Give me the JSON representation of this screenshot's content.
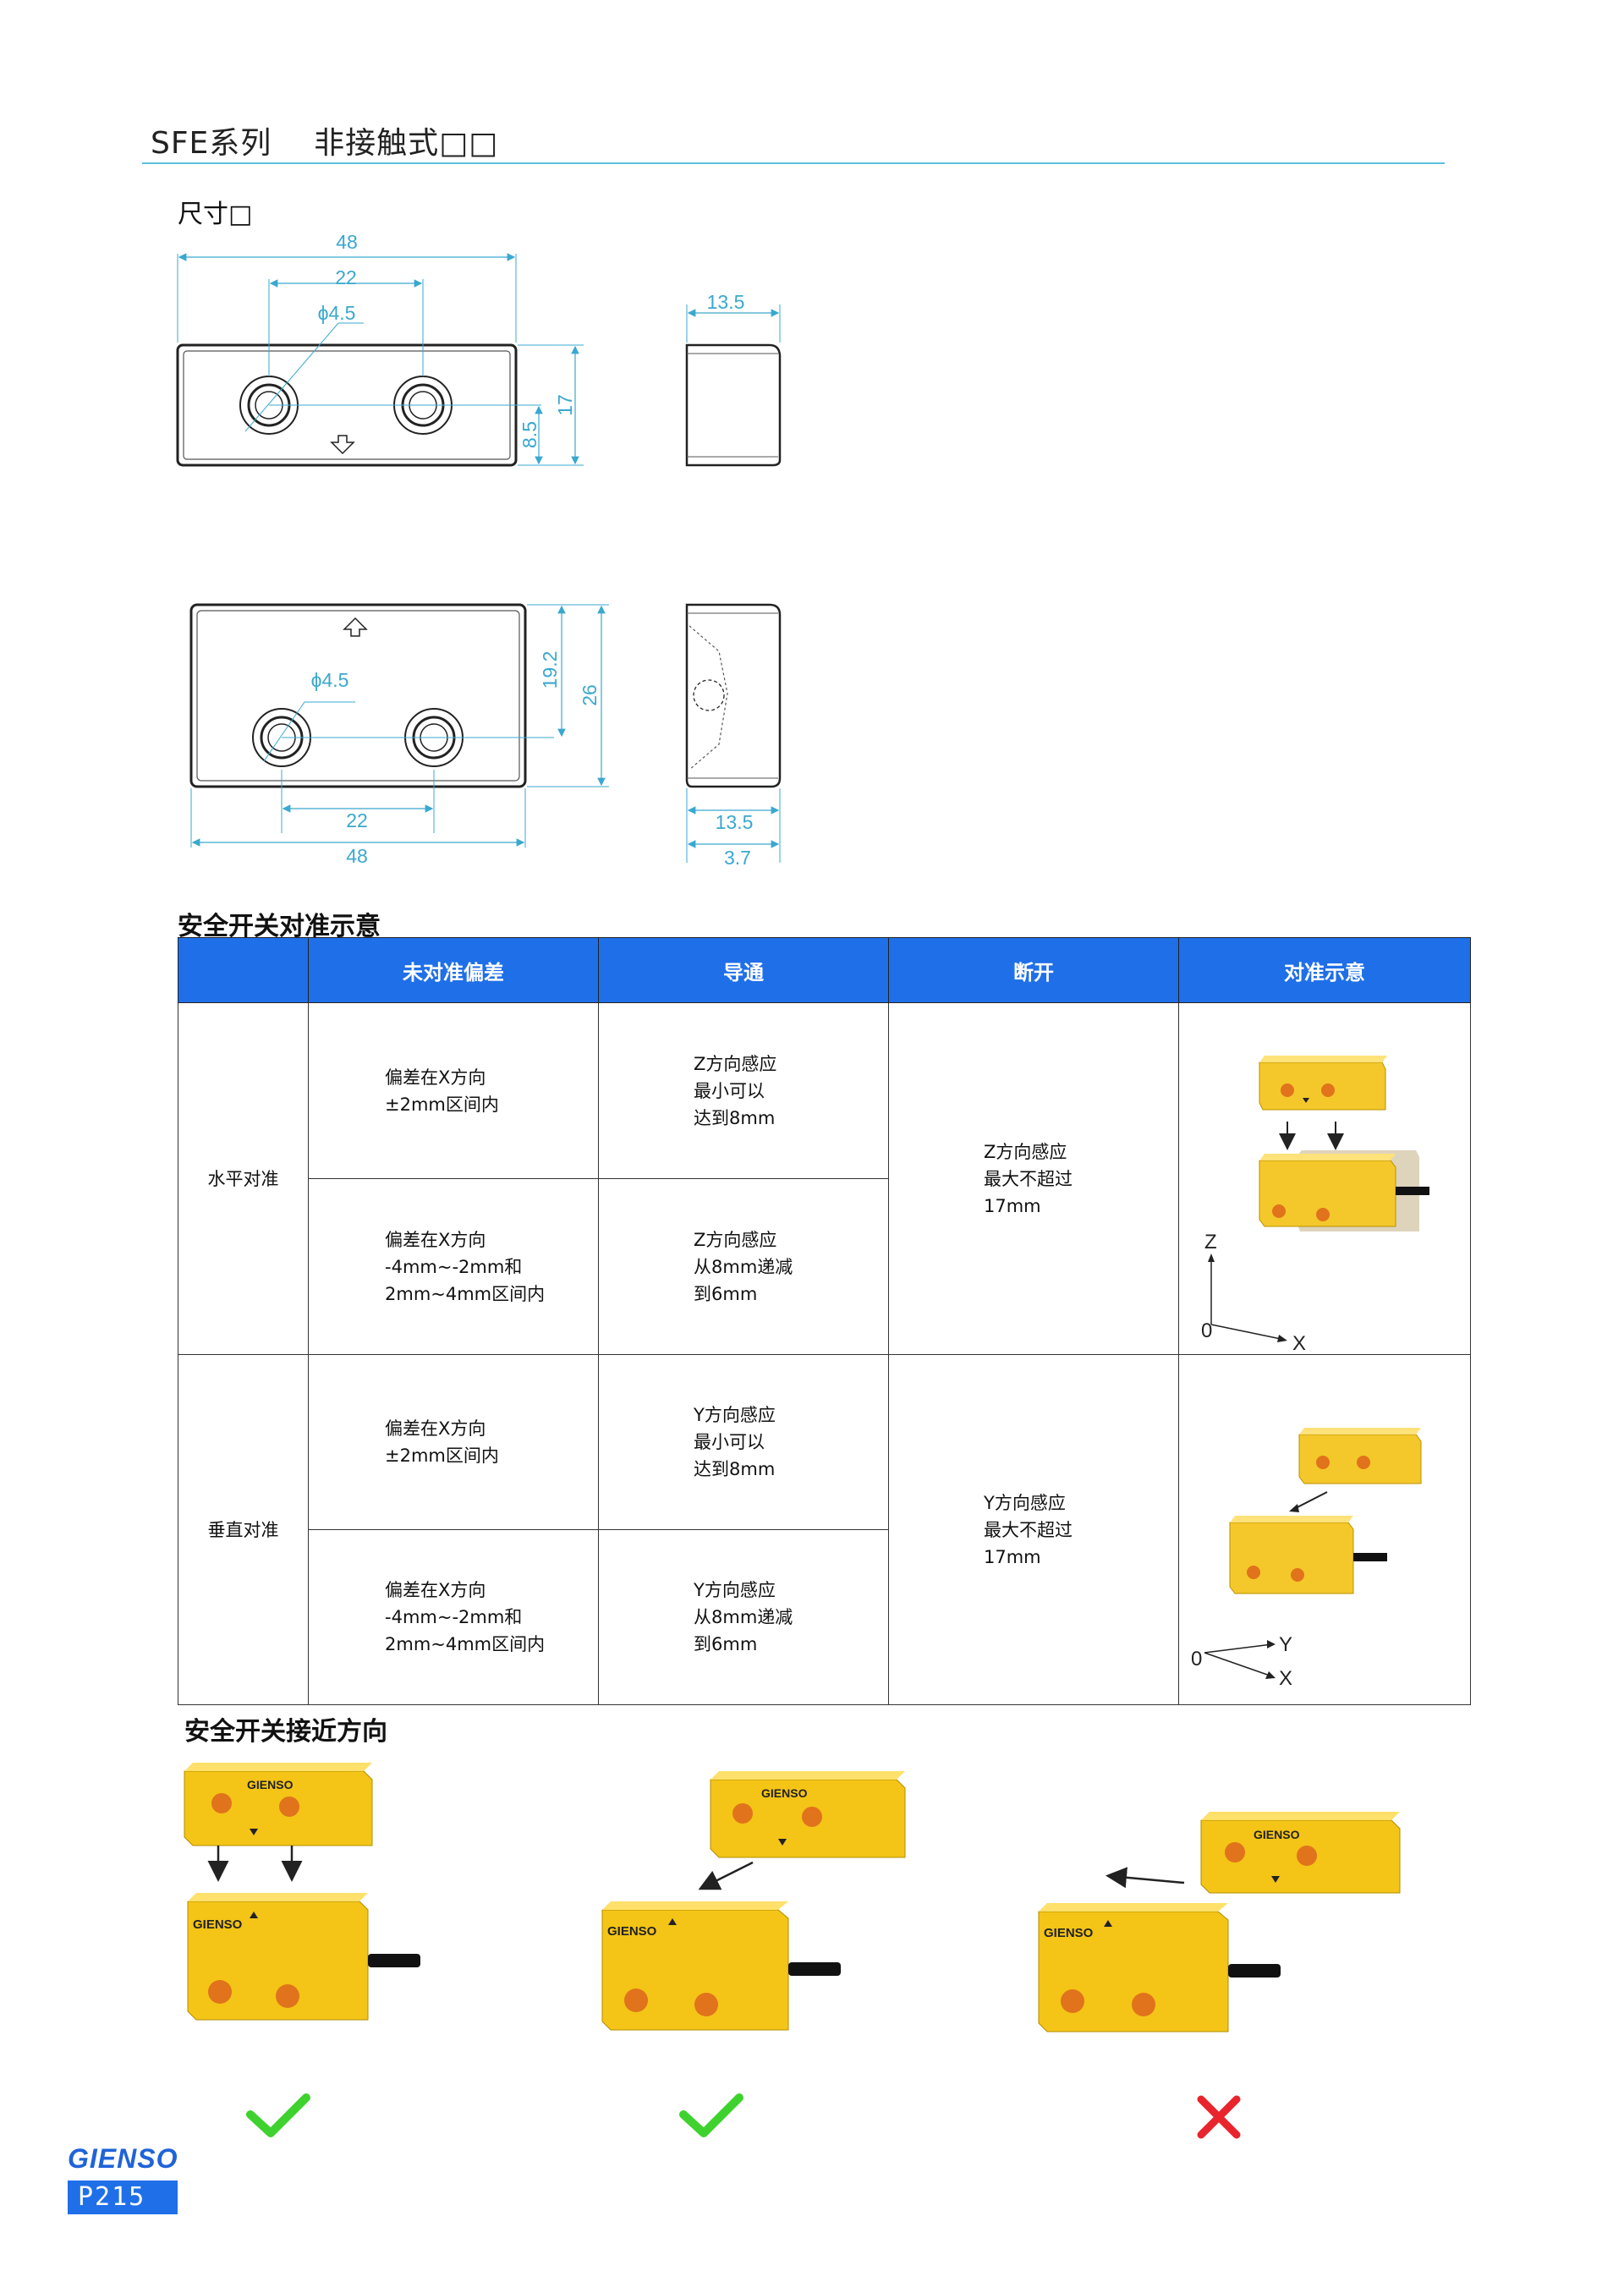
{
  "header": {
    "title": "SFE系列    非接触式□□"
  },
  "dimensions": {
    "title": "尺寸□",
    "top_front": {
      "width": "48",
      "hole_spacing": "22",
      "hole_dia": "ϕ4.5",
      "height": "17",
      "hole_height": "8.5"
    },
    "top_side": {
      "depth": "13.5"
    },
    "bottom_front": {
      "width": "48",
      "hole_spacing": "22",
      "hole_dia": "ϕ4.5",
      "height": "26",
      "hole_height": "19.2"
    },
    "bottom_side": {
      "depth": "13.5",
      "offset": "3.7"
    }
  },
  "alignment": {
    "title": "安全开关对准示意",
    "headers": [
      "",
      "未对准偏差",
      "导通",
      "断开",
      "对准示意"
    ],
    "horizontal": {
      "label": "水平对准",
      "rows": [
        {
          "deviation": "偏差在X方向\n±2mm区间内",
          "conduct": "Z方向感应\n最小可以\n达到8mm"
        },
        {
          "deviation": "偏差在X方向\n-4mm~-2mm和\n2mm~4mm区间内",
          "conduct": "Z方向感应\n从8mm递减\n到6mm"
        }
      ],
      "disconnect": "Z方向感应\n最大不超过\n17mm",
      "axes": {
        "vertical": "Z",
        "horizontal": "X",
        "origin": "0"
      }
    },
    "vertical": {
      "label": "垂直对准",
      "rows": [
        {
          "deviation": "偏差在X方向\n±2mm区间内",
          "conduct": "Y方向感应\n最小可以\n达到8mm"
        },
        {
          "deviation": "偏差在X方向\n-4mm~-2mm和\n2mm~4mm区间内",
          "conduct": "Y方向感应\n从8mm递减\n到6mm"
        }
      ],
      "disconnect": "Y方向感应\n最大不超过\n17mm",
      "axes": {
        "upper": "Y",
        "lower": "X",
        "origin": "0"
      }
    }
  },
  "approach": {
    "title": "安全开关接近方向",
    "brand_mark": "GIENSO",
    "results": [
      {
        "ok": true,
        "icon": "check-icon",
        "color": "#3fd22f"
      },
      {
        "ok": true,
        "icon": "check-icon",
        "color": "#3fd22f"
      },
      {
        "ok": false,
        "icon": "cross-icon",
        "color": "#e8242c"
      }
    ]
  },
  "footer": {
    "logo": "GIENSO",
    "page": "P215"
  },
  "colors": {
    "accent": "#1f6fe8",
    "rule": "#5bc0de",
    "dim": "#3aa8cf",
    "sensor": "#f2c417"
  }
}
